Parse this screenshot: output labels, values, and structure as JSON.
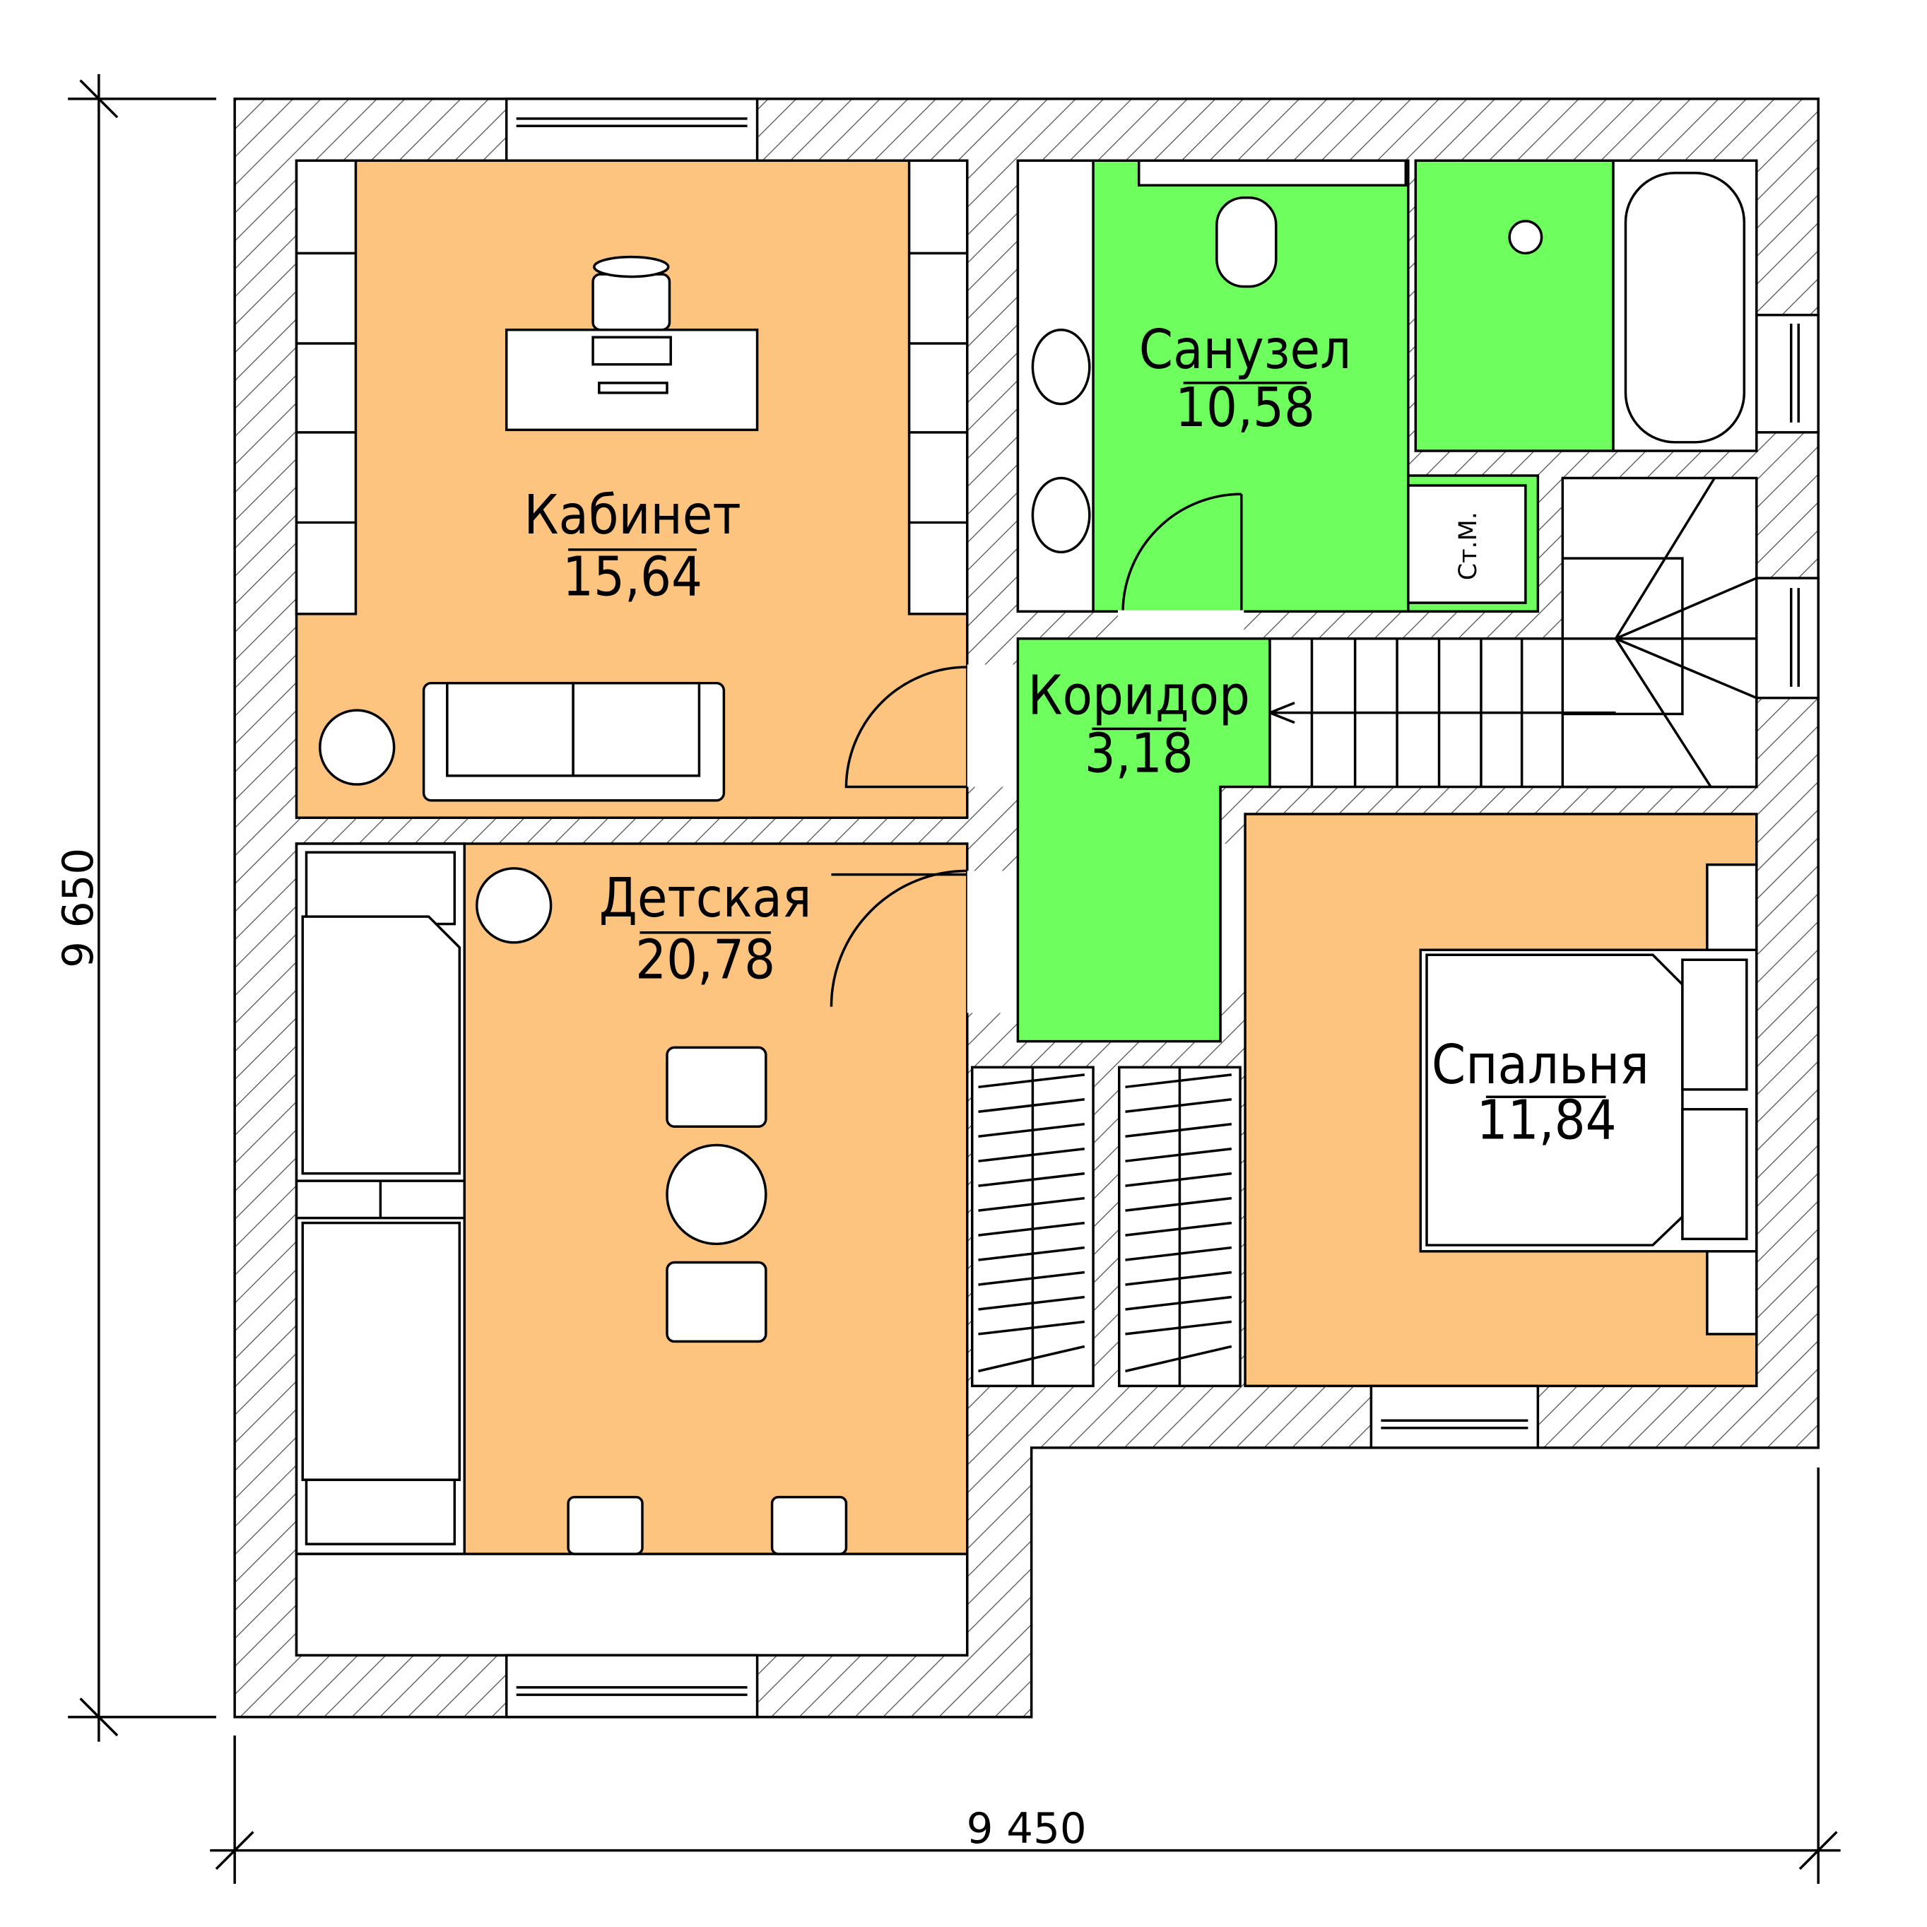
{
  "colors": {
    "living": "#FCC47E",
    "wet": "#6EFF5E",
    "wall_hatch": "#555555"
  },
  "rooms": [
    {
      "name": "Кабинет",
      "area": "15,64"
    },
    {
      "name": "Детская",
      "area": "20,78"
    },
    {
      "name": "Санузел",
      "area": "10,58"
    },
    {
      "name": "Коридор",
      "area": "3,18"
    },
    {
      "name": "Спальня",
      "area": "11,84"
    }
  ],
  "washer_label": "Ст.М.",
  "dimensions": {
    "height": "9 650",
    "width": "9 450"
  }
}
